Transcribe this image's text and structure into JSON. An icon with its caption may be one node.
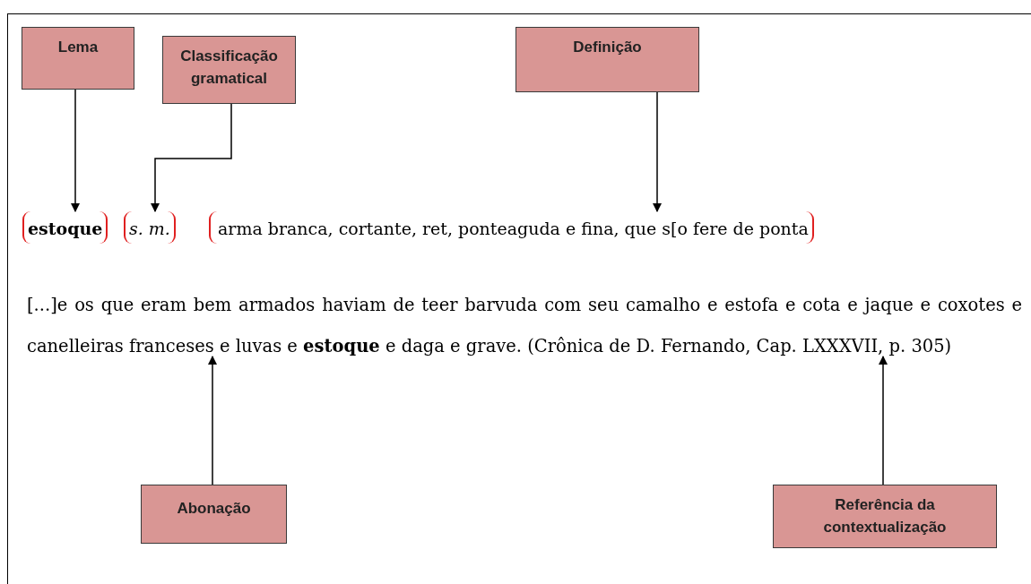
{
  "diagram": {
    "nodes": [
      {
        "text": [
          "Lema"
        ]
      },
      {
        "text": [
          "Classificação gramatical"
        ]
      },
      {
        "text": [
          "Definição"
        ]
      },
      {
        "text": [
          "Abonação"
        ]
      },
      {
        "text": [
          "Referência da contextualização"
        ]
      },
      {
        "text": [
          "estoque"
        ]
      },
      {
        "text": [
          "s. m."
        ]
      },
      {
        "text": [
          "arma branca, cortante, ret, ponteaguda e fina, que s[o fere de ponta"
        ]
      },
      {
        "text": [
          "[...]e os que eram bem armados haviam de teer barvuda com seu camalho e estofa e cota e jaque e coxotes e canelleiras franceses e luvas e **estoque** e daga e grave."
        ]
      },
      {
        "text": [
          "(Crônica de D. Fernando, Cap. LXXXVII, p. 305)"
        ]
      }
    ],
    "edges": [
      {
        "from": 0,
        "to": 5,
        "arrow": "to"
      },
      {
        "from": 1,
        "to": 6,
        "arrow": "to"
      },
      {
        "from": 2,
        "to": 7,
        "arrow": "to"
      },
      {
        "from": 3,
        "to": 8,
        "arrow": "to"
      },
      {
        "from": 4,
        "to": 9,
        "arrow": "to"
      }
    ]
  }
}
